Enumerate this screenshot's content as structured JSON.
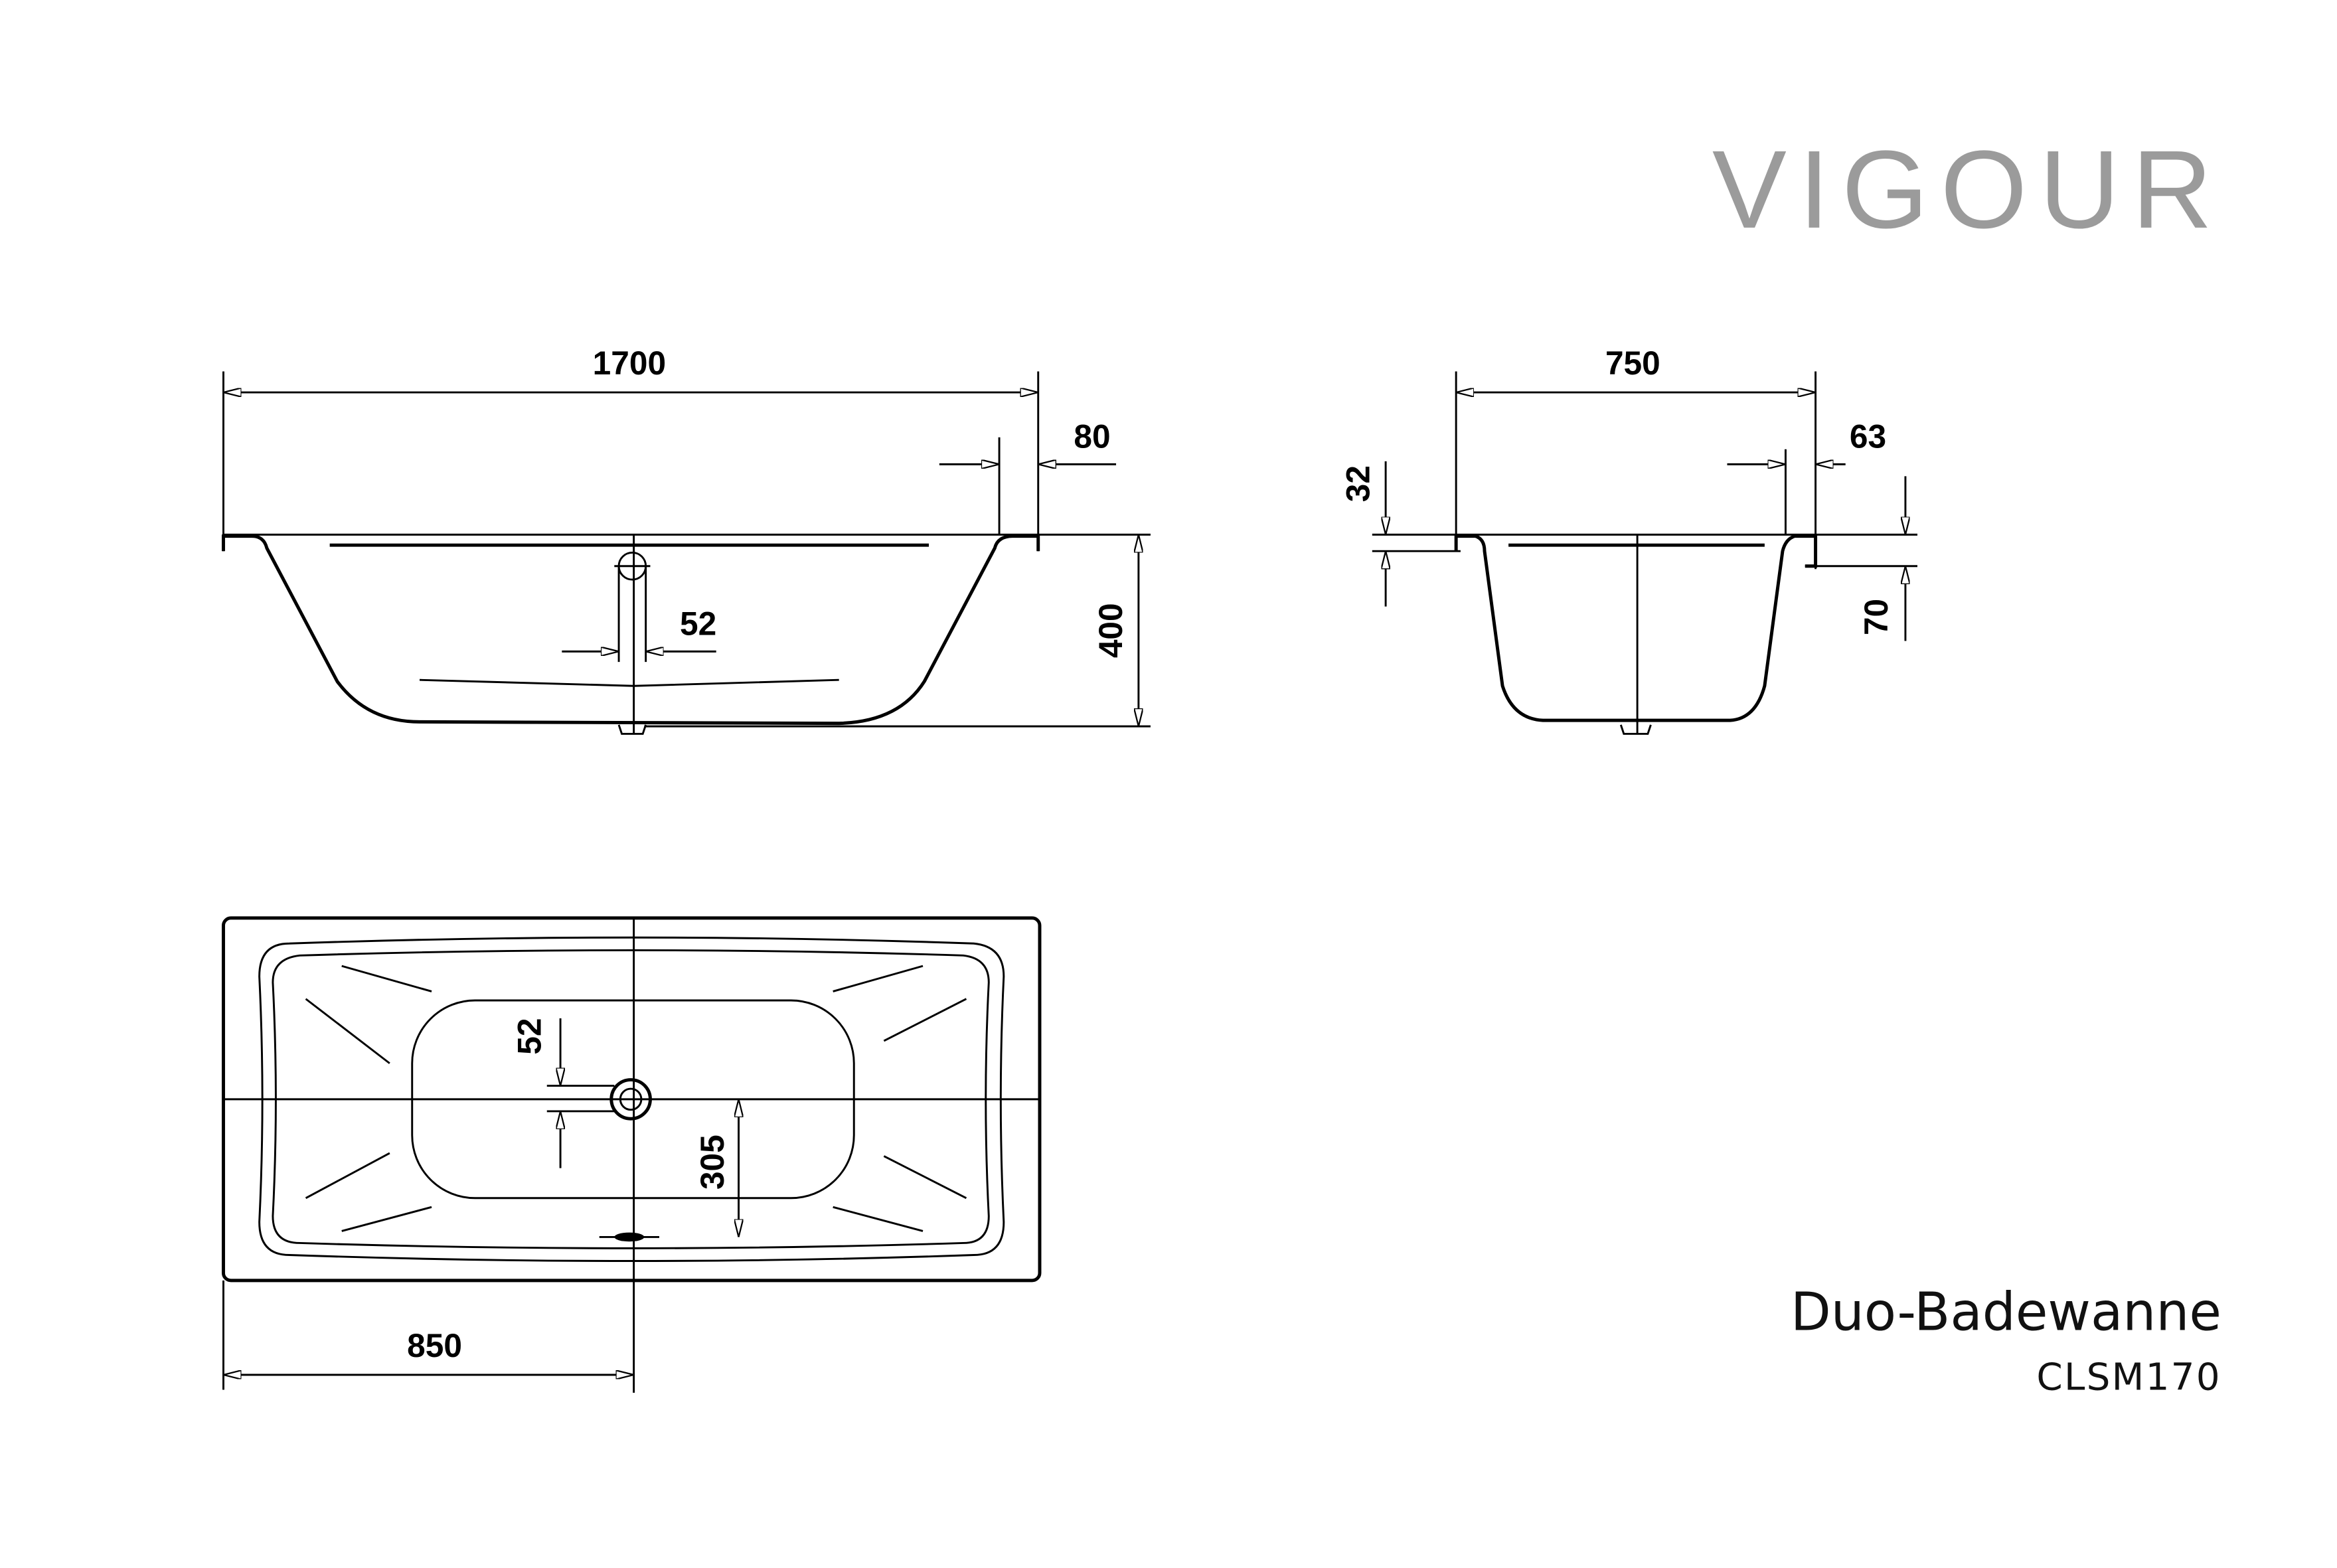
{
  "brand": {
    "logo_text": "VIGOUR",
    "color": "#9b9b9b"
  },
  "product": {
    "name": "Duo-Badewanne",
    "model": "CLSM170"
  },
  "dimensions": {
    "length": "1700",
    "rim_width_long": "80",
    "overflow_diameter_side": "52",
    "height": "400",
    "width": "750",
    "rim_width_end": "63",
    "rim_thickness": "32",
    "end_depth": "70",
    "overflow_diameter_plan": "52",
    "drain_offset": "305",
    "drain_position": "850"
  }
}
